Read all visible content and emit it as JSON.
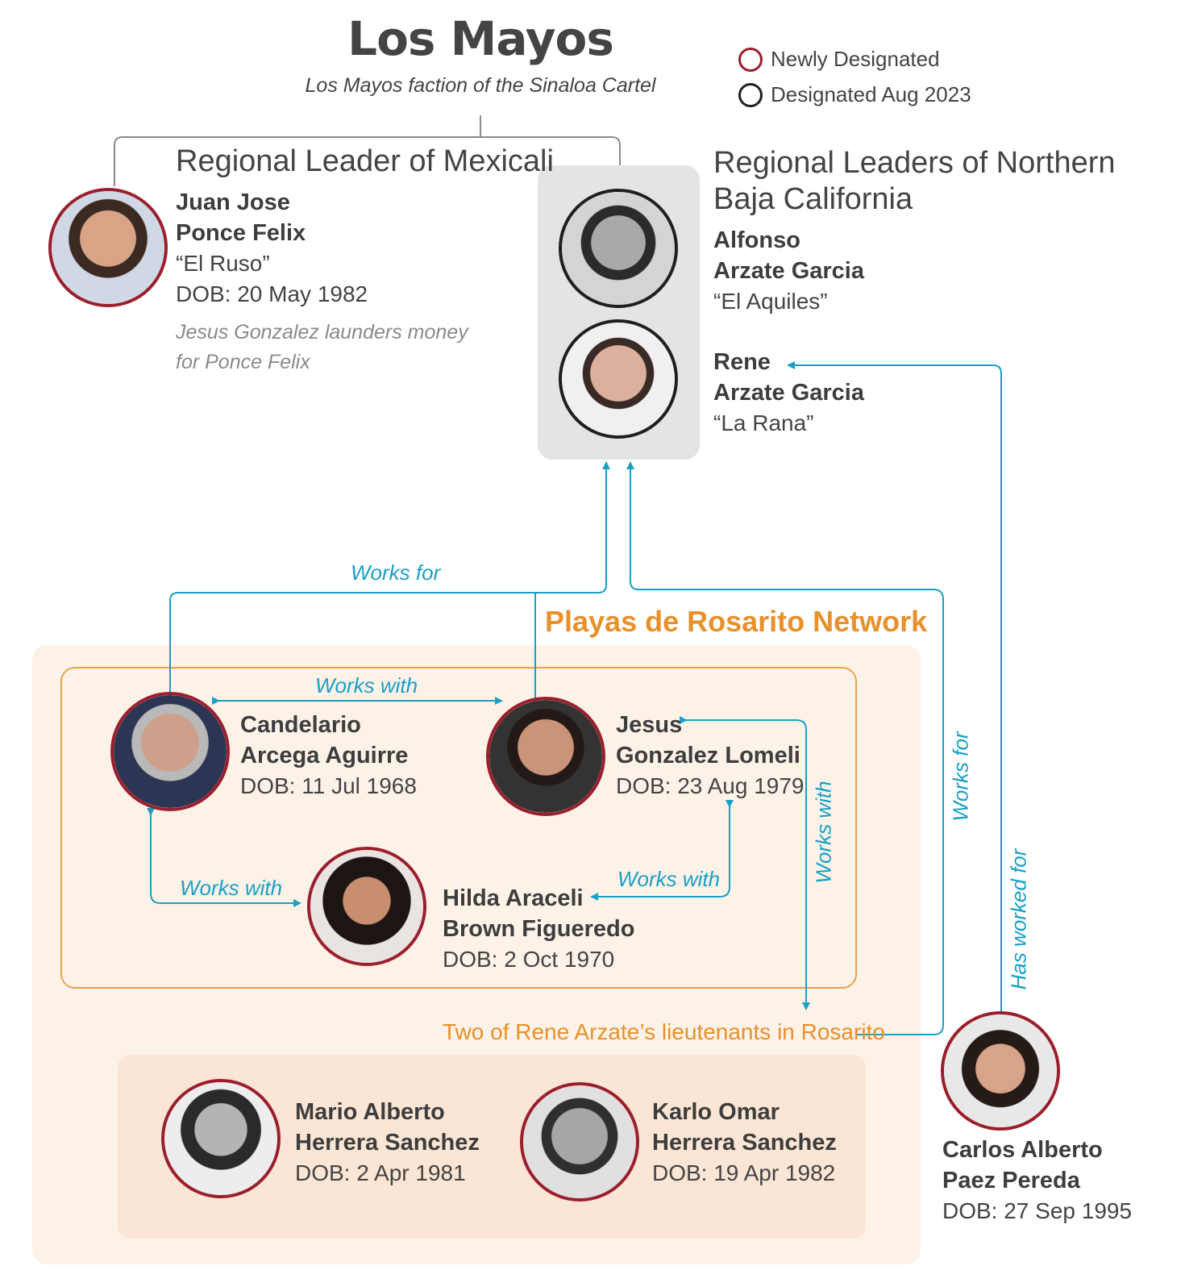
{
  "header": {
    "title": "Los Mayos",
    "subtitle": "Los Mayos faction of the Sinaloa Cartel"
  },
  "legend": [
    {
      "label": "Newly Designated",
      "color": "#9a1f2c"
    },
    {
      "label": "Designated Aug 2023",
      "color": "#1f1f1f"
    }
  ],
  "mexicali": {
    "heading": "Regional Leader of Mexicali",
    "person": {
      "name_line1": "Juan Jose",
      "name_line2": "Ponce Felix",
      "alias": "“El Ruso”",
      "dob": "DOB: 20 May 1982"
    },
    "note_line1": "Jesus Gonzalez launders money",
    "note_line2": "for Ponce Felix"
  },
  "northern": {
    "heading_line1": "Regional Leaders of Northern",
    "heading_line2": "Baja California",
    "alfonso": {
      "name_line1": "Alfonso",
      "name_line2": "Arzate Garcia",
      "alias": "“El Aquiles”"
    },
    "rene": {
      "name_line1": "Rene",
      "name_line2": "Arzate Garcia",
      "alias": "“La Rana”"
    }
  },
  "network": {
    "title": "Playas de Rosarito Network",
    "candelario": {
      "name_line1": "Candelario",
      "name_line2": "Arcega Aguirre",
      "dob": "DOB: 11 Jul 1968"
    },
    "jesus": {
      "name_line1": "Jesus",
      "name_line2": "Gonzalez Lomeli",
      "dob": "DOB: 23 Aug 1979"
    },
    "hilda": {
      "name_line1": "Hilda Araceli",
      "name_line2": "Brown Figueredo",
      "dob": "DOB: 2 Oct 1970"
    },
    "lieutenants_label": "Two of Rene Arzate’s lieutenants in Rosarito",
    "mario": {
      "name_line1": "Mario Alberto",
      "name_line2": "Herrera Sanchez",
      "dob": "DOB: 2 Apr 1981"
    },
    "karlo": {
      "name_line1": "Karlo Omar",
      "name_line2": "Herrera Sanchez",
      "dob": "DOB: 19 Apr 1982"
    }
  },
  "carlos": {
    "name_line1": "Carlos Alberto",
    "name_line2": "Paez Pereda",
    "dob": "DOB: 27 Sep 1995"
  },
  "relations": {
    "works_for_top": "Works for",
    "works_with_top": "Works with",
    "works_with_left": "Works with",
    "works_with_right": "Works with",
    "works_with_vertical": "Works with",
    "works_for_vertical": "Works for",
    "has_worked_for": "Has worked for"
  },
  "colors": {
    "accent_orange": "#e8902b",
    "connector_blue": "#1a9fc6",
    "newly_ring": "#9a1f2c",
    "aug2023_ring": "#1f1f1f"
  }
}
